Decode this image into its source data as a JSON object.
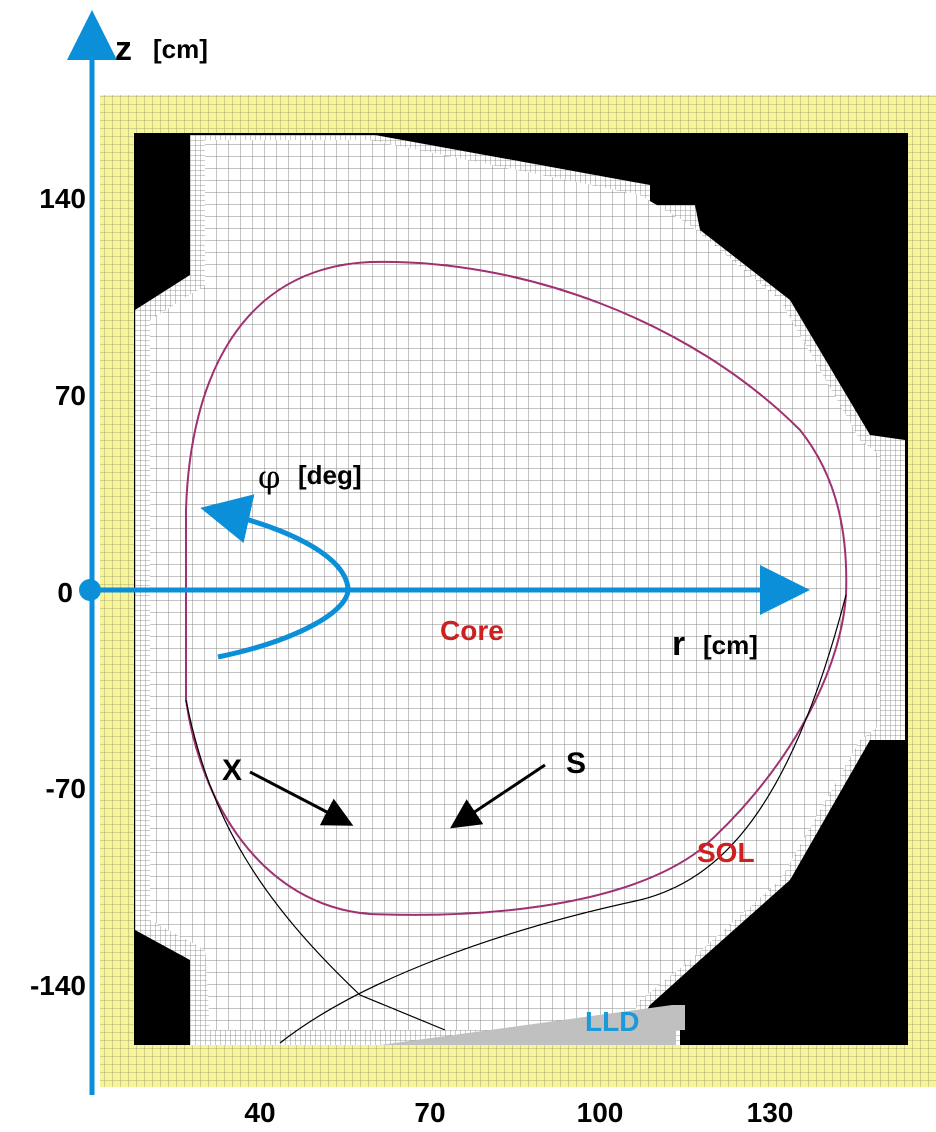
{
  "axes": {
    "z_label": "z",
    "z_unit": "[cm]",
    "r_label": "r",
    "r_unit": "[cm]",
    "phi_label": "φ",
    "phi_unit": "[deg]",
    "z_ticks": [
      "140",
      "70",
      "0",
      "-70",
      "-140"
    ],
    "r_ticks": [
      "40",
      "70",
      "100",
      "130"
    ]
  },
  "regions": {
    "core": "Core",
    "sol": "SOL",
    "lld": "LLD",
    "x_point": "X",
    "strike_point": "S"
  },
  "colors": {
    "wall": "#f7f59a",
    "vacuum": "#000000",
    "mesh_bg": "#ffffff",
    "mesh_line": "#8a8a8a",
    "axis_arrow": "#0a8fd8",
    "region_label": "#d01f1f",
    "lld_fill": "#c0c0c0",
    "separatrix": "#a03070"
  }
}
